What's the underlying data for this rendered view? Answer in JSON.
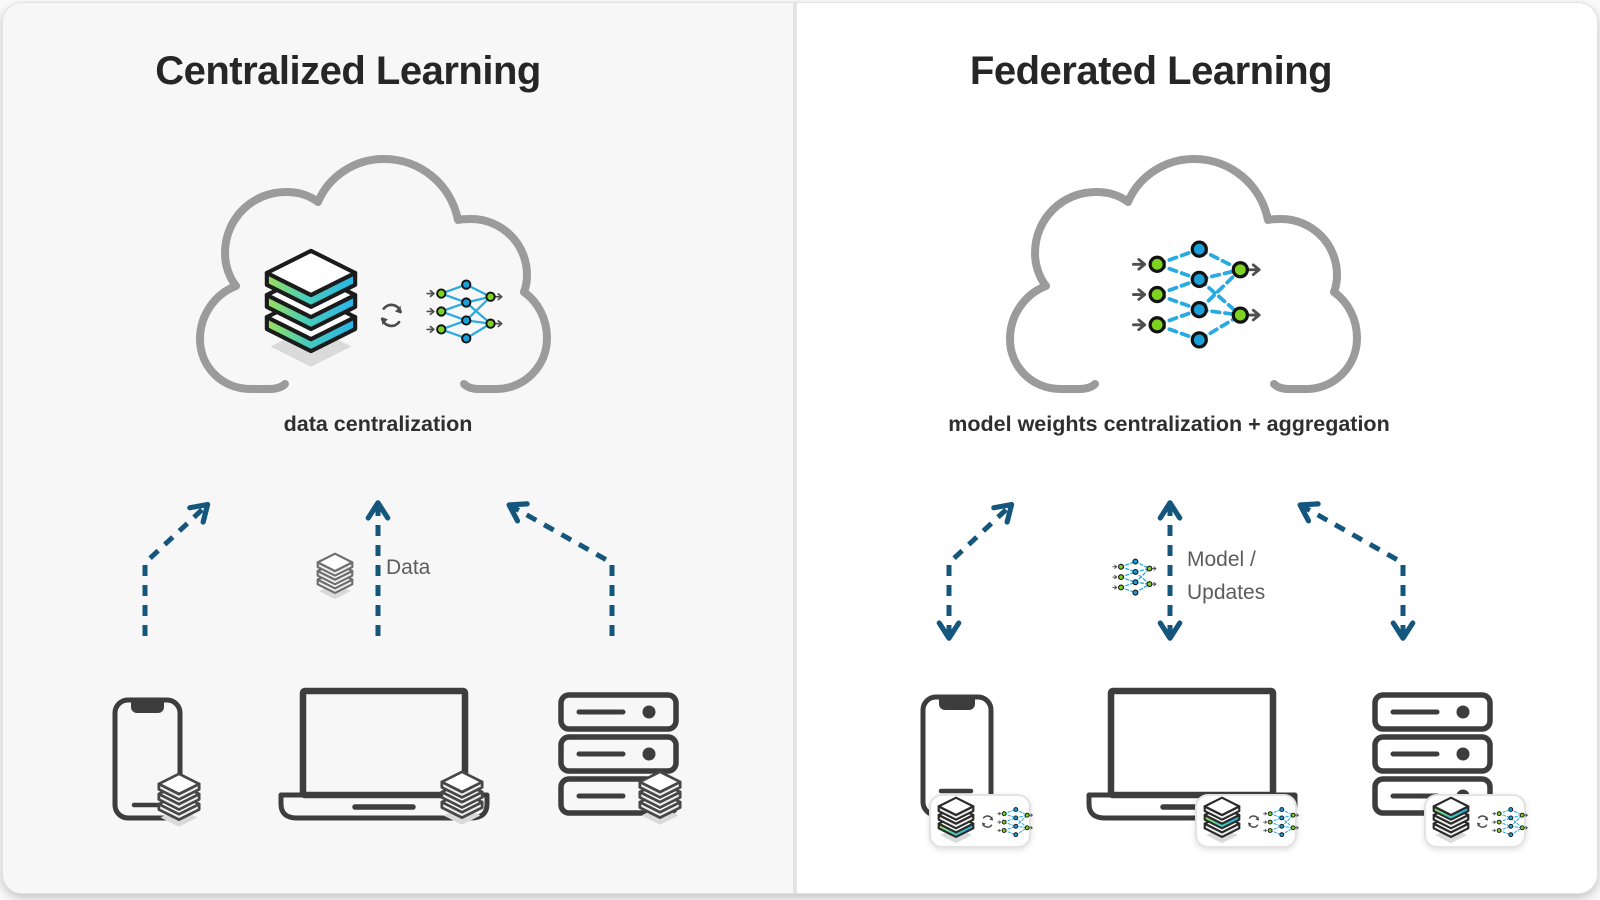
{
  "panels": {
    "left": {
      "title": "Centralized Learning",
      "caption": "data centralization",
      "flow_label": "Data"
    },
    "right": {
      "title": "Federated Learning",
      "caption": "model weights centralization + aggregation",
      "flow_label_line1": "Model /",
      "flow_label_line2": "Updates"
    }
  },
  "icons": {
    "cloud": "cloud-outline",
    "data_stack": "layered-data-stack",
    "neural_network": "neural-network-graph",
    "sync": "sync-refresh-arrows",
    "phone": "smartphone-outline",
    "laptop": "laptop-outline",
    "server": "server-rack-outline",
    "upload_arrow": "dashed-upload-arrow",
    "exchange_arrow": "dashed-bidirectional-arrow"
  },
  "colors": {
    "accent_green": "#7ed321",
    "accent_blue": "#1b9fd8",
    "line_cyan": "#29abe2",
    "arrow_navy": "#15567d",
    "outline_dark": "#3d3d3d",
    "cloud_gray": "#9b9b9b",
    "grad_green": "#9fe056",
    "grad_teal": "#47cdbb",
    "grad_blue": "#29b2ea",
    "panel_left_bg": "#f7f7f7",
    "panel_right_bg": "#ffffff",
    "text_dark": "#262626",
    "text_gray": "#5c5c5c",
    "badge_border": "#e3e3e3"
  }
}
